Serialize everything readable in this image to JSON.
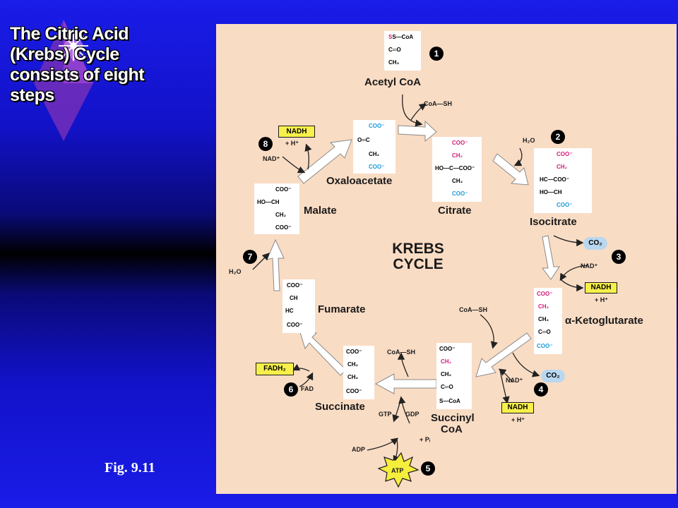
{
  "slide": {
    "title": "The Citric Acid (Krebs) Cycle consists of eight steps",
    "figure_label": "Fig. 9.11"
  },
  "diagram": {
    "center_title_line1": "KREBS",
    "center_title_line2": "CYCLE",
    "molecules": {
      "acetyl_coa": "Acetyl CoA",
      "citrate": "Citrate",
      "isocitrate": "Isocitrate",
      "alpha_ketoglutarate": "α-Ketoglutarate",
      "succinyl_coa_line1": "Succinyl",
      "succinyl_coa_line2": "CoA",
      "succinate": "Succinate",
      "fumarate": "Fumarate",
      "malate": "Malate",
      "oxaloacetate": "Oxaloacetate"
    },
    "steps": [
      "1",
      "2",
      "3",
      "4",
      "5",
      "6",
      "7",
      "8"
    ],
    "labels": {
      "coa_sh_1": "CoA—SH",
      "h2o_2": "H₂O",
      "co2_3": "CO₂",
      "nad_3": "NAD⁺",
      "nadh_3": "NADH",
      "hplus_3": "+ H⁺",
      "coa_sh_4": "CoA—SH",
      "co2_4": "CO₂",
      "nad_4": "NAD⁺",
      "nadh_4": "NADH",
      "hplus_4": "+ H⁺",
      "coa_sh_5": "CoA—SH",
      "gtp": "GTP",
      "gdp": "GDP",
      "pi": "+ Pᵢ",
      "adp": "ADP",
      "atp": "ATP",
      "fadh2": "FADH₂",
      "fad": "FAD",
      "h2o_7": "H₂O",
      "nadh_8": "NADH",
      "hplus_8": "+ H⁺",
      "nad_8": "NAD⁺"
    },
    "structures": {
      "acetyl_coa": [
        "S—CoA",
        "C═O",
        "CH₃"
      ],
      "oxaloacetate": [
        "COO⁻",
        "O═C",
        "CH₂",
        "COO⁻"
      ],
      "citrate": [
        "COO⁻",
        "CH₂",
        "HO—C—COO⁻",
        "CH₂",
        "COO⁻"
      ],
      "isocitrate": [
        "COO⁻",
        "CH₂",
        "HC—COO⁻",
        "HO—CH",
        "COO⁻"
      ],
      "malate": [
        "COO⁻",
        "HO—CH",
        "CH₂",
        "COO⁻"
      ],
      "fumarate": [
        "COO⁻",
        "CH",
        "HC",
        "COO⁻"
      ],
      "alpha_ketoglutarate": [
        "COO⁻",
        "CH₂",
        "CH₂",
        "C═O",
        "COO⁻"
      ],
      "succinyl_coa": [
        "COO⁻",
        "CH₂",
        "CH₂",
        "C═O",
        "S—CoA"
      ],
      "succinate": [
        "COO⁻",
        "CH₂",
        "CH₂",
        "COO⁻"
      ]
    }
  }
}
